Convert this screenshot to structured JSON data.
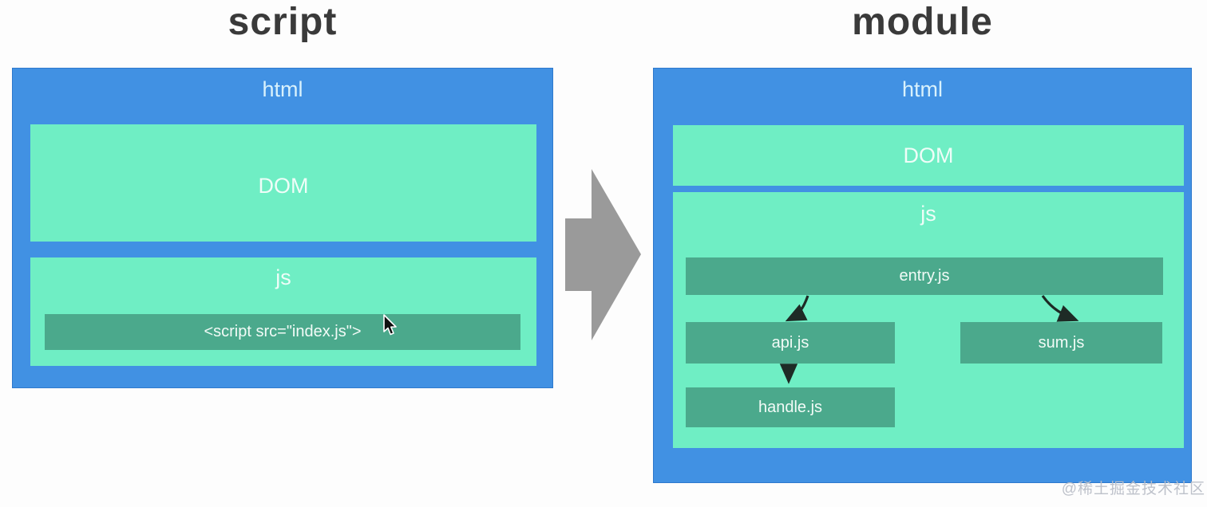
{
  "titles": {
    "left": "script",
    "right": "module"
  },
  "script_panel": {
    "html_label": "html",
    "dom_label": "DOM",
    "js_label": "js",
    "script_tag": "<script src=\"index.js\">"
  },
  "module_panel": {
    "html_label": "html",
    "dom_label": "DOM",
    "js_label": "js",
    "entry": "entry.js",
    "api": "api.js",
    "sum": "sum.js",
    "handle": "handle.js"
  },
  "watermark": "@稀土掘金技术社区",
  "colors": {
    "panel_blue": "#4191e3",
    "box_green": "#6feec4",
    "bar_teal": "#4ba98c",
    "big_arrow_gray": "#9a9a9a",
    "dependency_arrow": "#1e2b26",
    "title_text": "#3a3a3a"
  },
  "icons": {
    "cursor": "arrow-pointer",
    "big_arrow": "right-block-arrow"
  }
}
